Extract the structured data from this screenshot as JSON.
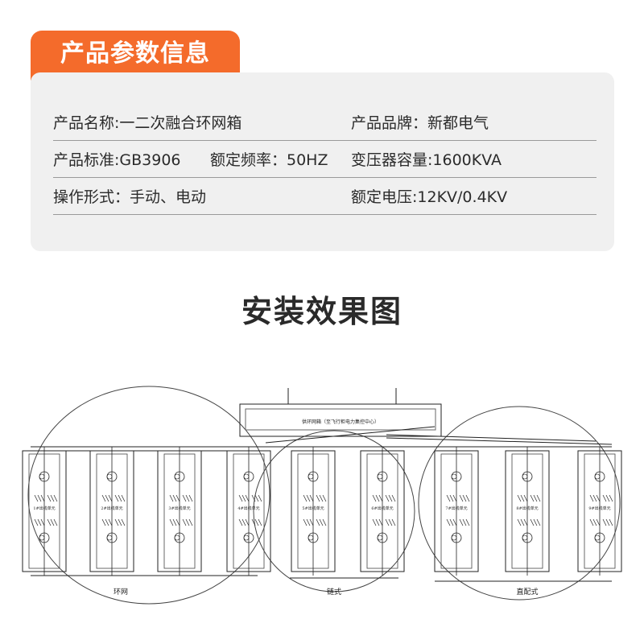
{
  "header": {
    "tab_label": "产品参数信息"
  },
  "params": {
    "rows": [
      {
        "c1": "产品名称:一二次融合环网箱",
        "c2": "",
        "c3": "产品品牌：新都电气"
      },
      {
        "c1": "产品标准:GB3906",
        "c2": "额定频率：50HZ",
        "c3": "变压器容量:1600KVA"
      },
      {
        "c1": "操作形式：手动、电动",
        "c2": "",
        "c3": "额定电压:12KV/0.4KV"
      }
    ]
  },
  "section": {
    "title": "安装效果图"
  },
  "diagram": {
    "top_box_label": "供环网箱（至飞行柜电力集控中心）",
    "group_labels": [
      "环网",
      "链式",
      "直配式"
    ],
    "cabinet_labels": [
      "1#出线单元",
      "2#出线单元",
      "3#出线单元",
      "4#出线单元",
      "5#出线单元",
      "6#出线单元",
      "7#出线单元",
      "8#出线单元",
      "9#出线单元"
    ]
  }
}
